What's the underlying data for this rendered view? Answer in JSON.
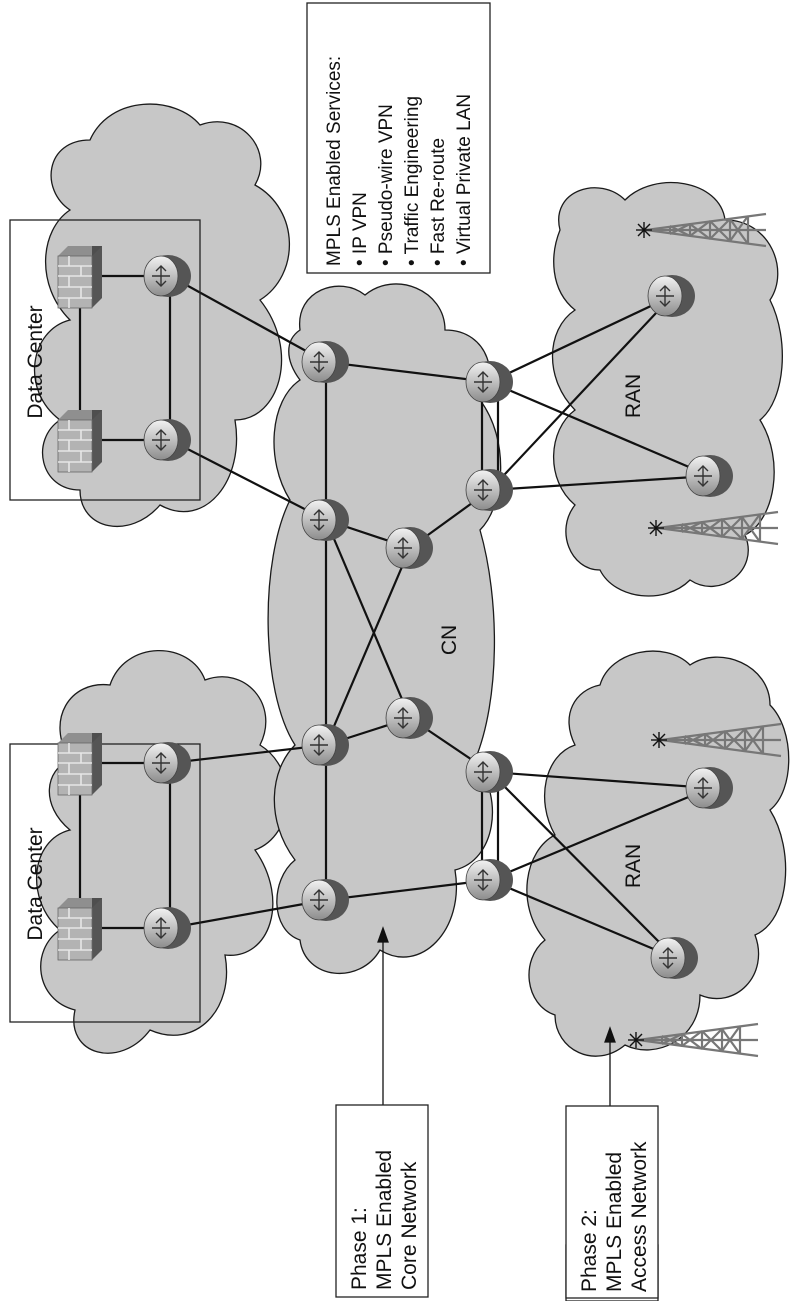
{
  "services": {
    "title": "MPLS Enabled Services:",
    "items": [
      "• IP VPN",
      "• Pseudo-wire VPN",
      "• Traffic Engineering",
      "• Fast Re-route",
      "• Virtual Private LAN"
    ]
  },
  "clouds": {
    "core": "CN",
    "ran_right": "RAN",
    "ran_left": "RAN"
  },
  "data_centers": {
    "top": "Data Center",
    "bottom": "Data Center"
  },
  "phase1": [
    "Phase 1:",
    "MPLS Enabled",
    "Core Network"
  ],
  "phase2": [
    "Phase 2:",
    "MPLS Enabled",
    "Access Network"
  ],
  "colors": {
    "cloud_fill": "#c7c7c7",
    "router_dark": "#5a5a5a",
    "router_light": "#eeeeee",
    "line": "#111111"
  },
  "icons": [
    "router-icon",
    "firewall-icon",
    "cell-tower-icon",
    "cloud-shape"
  ]
}
